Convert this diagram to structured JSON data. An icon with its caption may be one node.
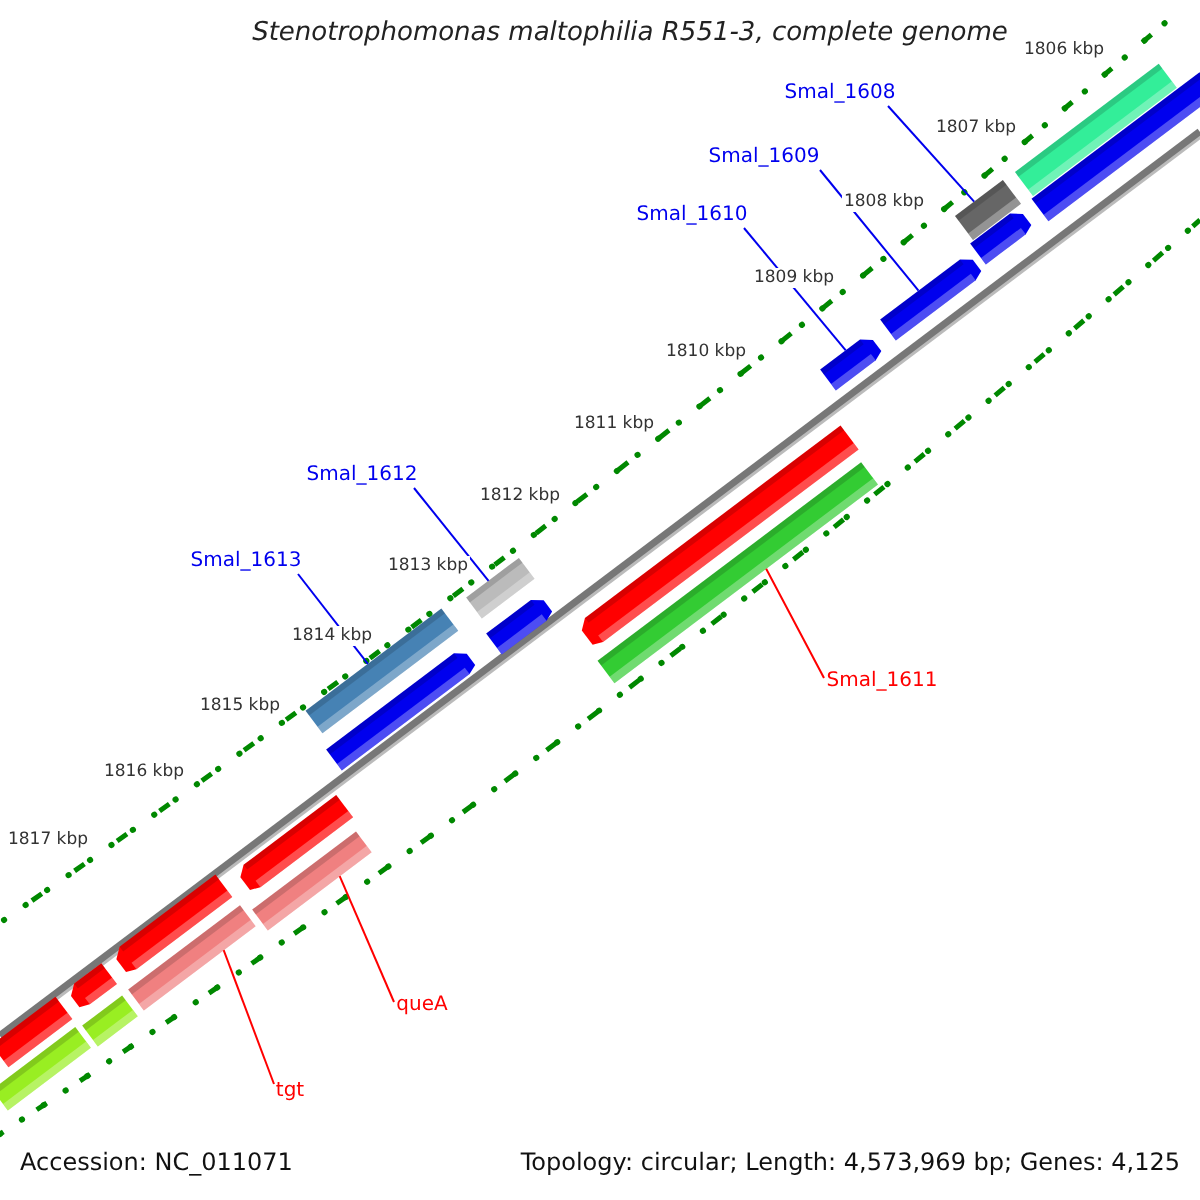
{
  "diagram": {
    "title": "Stenotrophomonas maltophilia R551-3, complete genome",
    "nodes": [
      {
        "text": [
          "Smal_1608"
        ]
      },
      {
        "text": [
          "Smal_1609"
        ]
      },
      {
        "text": [
          "Smal_1610"
        ]
      },
      {
        "text": [
          "Smal_1612"
        ]
      },
      {
        "text": [
          "Smal_1613"
        ]
      },
      {
        "text": [
          "Smal_1611"
        ]
      },
      {
        "text": [
          "queA"
        ]
      },
      {
        "text": [
          "tgt"
        ]
      },
      {
        "text": [],
        "shape": "bar"
      },
      {
        "text": [],
        "shape": "bar"
      },
      {
        "text": [],
        "shape": "bar"
      },
      {
        "text": [],
        "shape": "bar"
      },
      {
        "text": [],
        "shape": "bar"
      },
      {
        "text": [],
        "shape": "bar"
      },
      {
        "text": [],
        "shape": "bar"
      },
      {
        "text": [],
        "shape": "bar"
      },
      {
        "text": [],
        "shape": "bar"
      },
      {
        "text": [],
        "shape": "bar"
      },
      {
        "text": [],
        "shape": "bar"
      },
      {
        "text": [],
        "shape": "bar"
      },
      {
        "text": [],
        "shape": "bar"
      },
      {
        "text": [],
        "shape": "bar"
      },
      {
        "text": [],
        "shape": "bar"
      },
      {
        "text": [],
        "shape": "bar"
      },
      {
        "text": [],
        "shape": "bar"
      },
      {
        "text": [],
        "shape": "bar"
      },
      {
        "text": [],
        "shape": "bar"
      },
      {
        "text": [],
        "shape": "bar"
      }
    ],
    "edges": [
      {
        "from": 0,
        "to": 10,
        "arrow": "none"
      },
      {
        "from": 1,
        "to": 12,
        "arrow": "none"
      },
      {
        "from": 2,
        "to": 13,
        "arrow": "none"
      },
      {
        "from": 3,
        "to": 16,
        "arrow": "none"
      },
      {
        "from": 4,
        "to": 18,
        "arrow": "none"
      },
      {
        "from": 5,
        "to": 15,
        "arrow": "none",
        "color": "#ff0000"
      },
      {
        "from": 6,
        "to": 21,
        "arrow": "none",
        "color": "#ff0000"
      },
      {
        "from": 7,
        "to": 23,
        "arrow": "none",
        "color": "#ff0000"
      }
    ],
    "labels": [
      "1806 kbp",
      "1807 kbp",
      "1808 kbp",
      "1809 kbp",
      "1810 kbp",
      "1811 kbp",
      "1812 kbp",
      "1813 kbp",
      "1814 kbp",
      "1815 kbp",
      "1816 kbp",
      "1817 kbp",
      "Accession: NC_011071",
      "Topology: circular; Length: 4,573,969 bp; Genes: 4,125"
    ]
  }
}
